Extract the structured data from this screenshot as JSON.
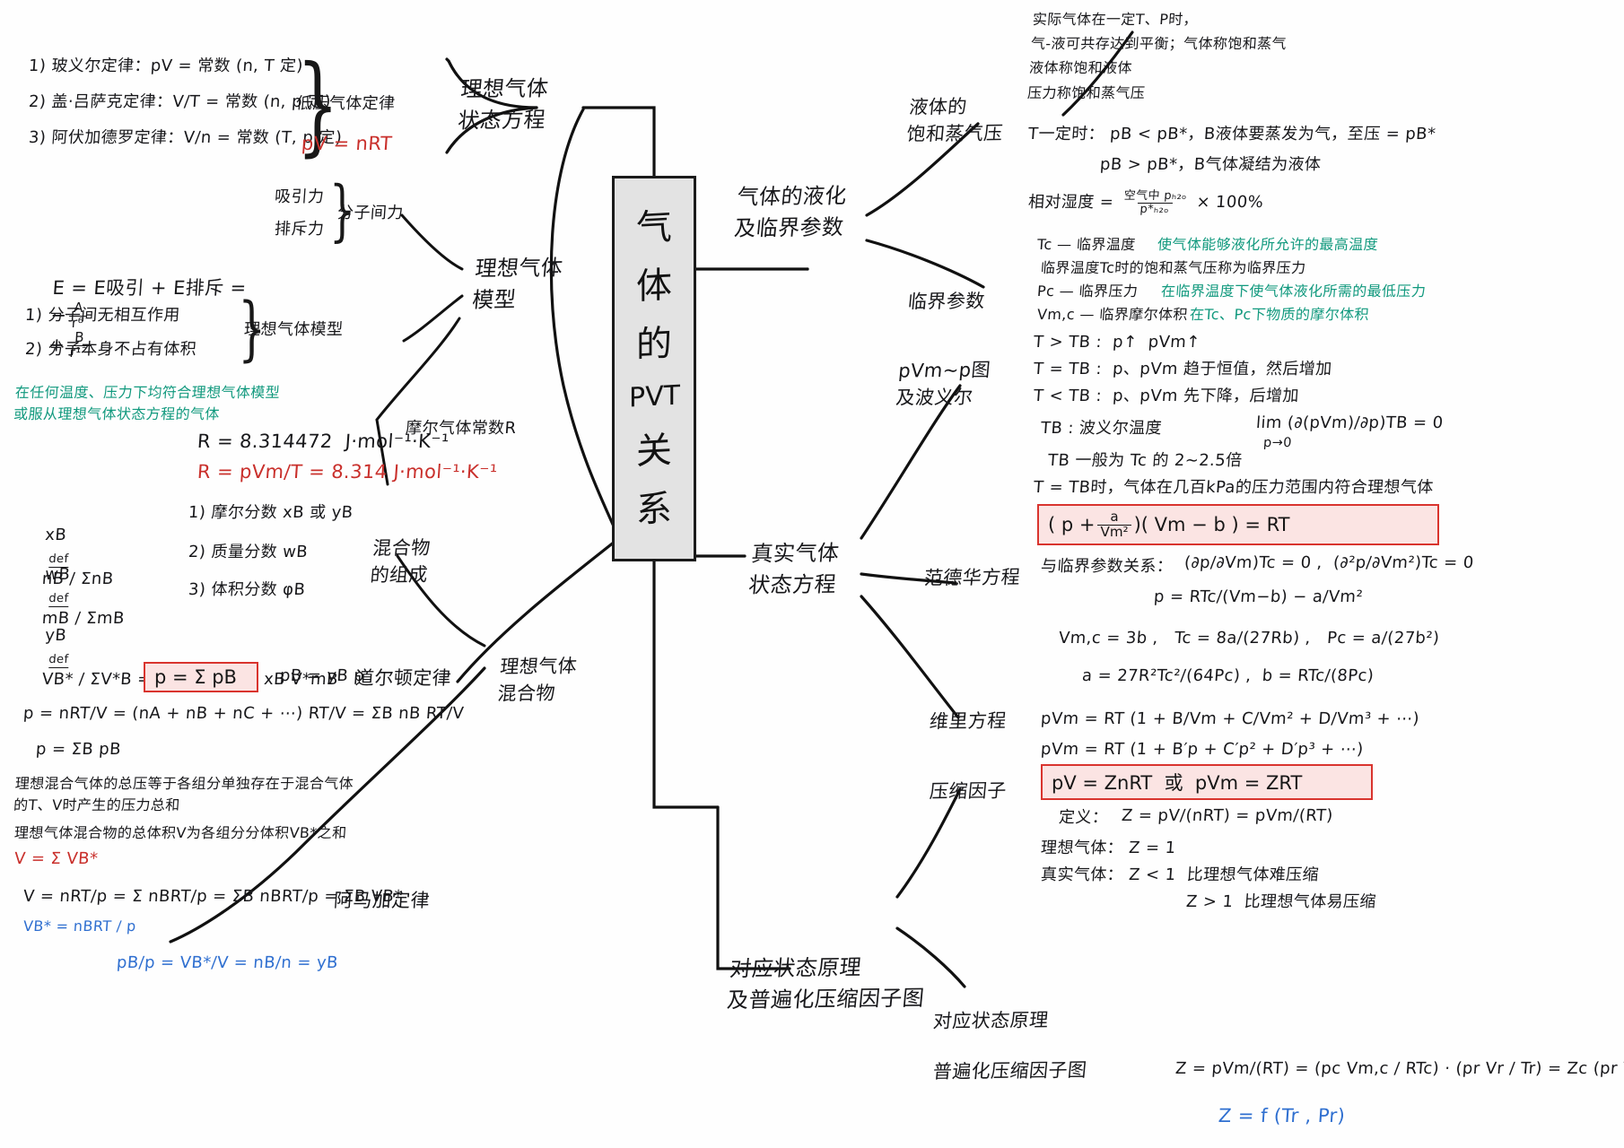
{
  "title": "气体的PVT关系",
  "colors": {
    "ink_black": "#17171a",
    "ink_red": "#c9302c",
    "ink_teal": "#11997e",
    "ink_blue": "#2f6fd0",
    "node_fill": "#e3e3e3",
    "node_border": "#1b1b1b",
    "redbox_border": "#d9342e",
    "redbox_fill": "#fbe4e3"
  },
  "center": {
    "label": "气体的PVT关系",
    "chars": [
      "气",
      "体",
      "的",
      "PVT",
      "关",
      "系"
    ]
  },
  "branches": {
    "ideal_gas_equation": "理想气体\n状态方程",
    "ideal_gas_model": "理想气体\n模型",
    "ideal_gas_mixture": "理想气体\n混合物",
    "liquefaction": "气体的液化\n及临界参数",
    "real_gas_equation": "真实气体\n状态方程",
    "corresponding_states": "对应状态原理\n及普遍化压缩因子图"
  },
  "sub_labels": {
    "low_pressure_laws": "低压气体定律",
    "ideal_gas_model_label": "理想气体模型",
    "molar_gas_constant": "摩尔气体常数R",
    "intermolecular_force": "分子间力",
    "mixture_composition": "混合物\n的组成",
    "dalton_law": "道尔顿定律",
    "amagat_law": "阿马加定律",
    "saturated_vapor_pressure": "液体的\n饱和蒸气压",
    "critical_parameters": "临界参数",
    "pvm_p_diagram": "pVm~p图\n及波义尔",
    "van_der_waals": "范德华方程",
    "virial_equation": "维里方程",
    "compressibility_factor": "压缩因子",
    "corresponding_states_principle": "对应状态原理",
    "generalized_compressibility_chart": "普遍化压缩因子图"
  },
  "left_top": {
    "laws": [
      "1) 玻义尔定律：pV = 常数 (n, T 定)",
      "2) 盖·吕萨克定律：V/T = 常数 (n, p 定)",
      "3) 阿伏加德罗定律：V/n = 常数 (T, p 定)"
    ],
    "brace_label": "低压气体定律",
    "equation": "pV = nRT"
  },
  "left_model": {
    "force_attract": "吸引力",
    "force_repel": "排斥力",
    "force_label": "分子间力",
    "energy_equation": "E = E吸引 + E排斥 = − A/r⁶ + B/r¹²",
    "energy_parts": {
      "lhs": "E = E吸引 + E排斥 =",
      "term1_num": "A",
      "term1_den": "r⁶",
      "term2_num": "B",
      "term2_den": "r¹²"
    },
    "assumptions": [
      "1) 分子间无相互作用",
      "2) 分子本身不占有体积"
    ],
    "assumptions_label": "理想气体模型",
    "teal_note": "在任何温度、压力下均符合理想气体模型\n或服从理想气体状态方程的气体"
  },
  "gas_constant": {
    "line_black": "R = 8.314472  J·mol⁻¹·K⁻¹",
    "line_red": "R = pVm/T = 8.314 J·mol⁻¹·K⁻¹",
    "label": "摩尔气体常数R"
  },
  "mixture": {
    "definitions": [
      {
        "sym": "xB",
        "def": "def",
        "expr": "nB / ΣnB"
      },
      {
        "sym": "wB",
        "def": "def",
        "expr": "mB / ΣmB"
      },
      {
        "sym": "yB",
        "def": "def",
        "expr": "VB* / ΣV*B = xB V*mB / Σ xB V*mB"
      }
    ],
    "numbered": [
      "1) 摩尔分数 xB 或 yB",
      "2) 质量分数 wB",
      "3) 体积分数 φB"
    ],
    "composition_label": "混合物\n的组成"
  },
  "dalton": {
    "boxed": "p = Σ pB",
    "partial": "pB = yB p",
    "label": "道尔顿定律",
    "derivation_1": "p = nRT/V = (nA + nB + nC + ⋯) RT/V = ΣB nB RT/V",
    "derivation_2": "p = ΣB pB",
    "note": "理想混合气体的总压等于各组分单独存在于混合气体\n的T、V时产生的压力总和",
    "note2": "理想气体混合物的总体积V为各组分分体积VB*之和",
    "red_eq": "V = Σ VB*"
  },
  "amagat": {
    "label": "阿马加定律",
    "derivation": "V = nRT/p = Σ nBRT/p = ΣB nBRT/p = ΣB VB*",
    "blue_def": "VB* = nBRT / p",
    "blue_ratio": "VB*/V = nB/n = yB",
    "blue_ratio_first": "pB/p = VB*/V = nB/n = yB"
  },
  "liquefaction": {
    "intro": "实际气体在一定T、P时，\n气-液可共存达到平衡；气体称饱和蒸气\n液体称饱和液体\n压力称饱和蒸气压",
    "condition_1": "T一定时： pB < pB*，B液体要蒸发为气，至压 = pB*",
    "condition_2": "pB > pB*，B气体凝结为液体",
    "humidity_label": "相对湿度 =",
    "humidity_num": "空气中 pₕ₂ₒ",
    "humidity_den": "p*ₕ₂ₒ",
    "humidity_tail": "× 100%"
  },
  "critical": {
    "tc_black": "Tc — 临界温度",
    "tc_teal": "使气体能够液化所允许的最高温度",
    "pc_line_black": "临界温度Tc时的饱和蒸气压称为临界压力",
    "pc_black": "Pc — 临界压力",
    "pc_teal": "在临界温度下使气体液化所需的最低压力",
    "vmc_black": "Vm,c — 临界摩尔体积",
    "vmc_teal": "在Tc、Pc下物质的摩尔体积"
  },
  "boyle": {
    "lines": [
      "T > TB :  p↑  pVm↑",
      "T = TB :  p、pVm 趋于恒值，然后增加",
      "T < TB :  p、pVm 先下降，后增加",
      "TB : 波义尔温度",
      "TB 一般为 Tc 的 2~2.5倍",
      "T = TB时，气体在几百kPa的压力范围内符合理想气体"
    ],
    "limit_formula": "lim (∂(pVm)/∂p)TB = 0",
    "limit_sub": "p→0"
  },
  "vdw": {
    "boxed_eq": "(p + a/Vm²)(Vm − b) = RT",
    "boxed_parts": {
      "lead": "( p +",
      "num": "a",
      "den": "Vm²",
      "mid": ")( Vm − b ) = RT"
    },
    "relation_label": "与临界参数关系：",
    "relation_derivs": "(∂p/∂Vm)Tc = 0 ,  (∂²p/∂Vm²)Tc = 0",
    "p_eq_num": "RTc",
    "p_eq": "p = RTc/(Vm−b) − a/Vm²",
    "vmc": "Vm,c = 3b ,   Tc = 8a/(27Rb) ,   Pc = a/(27b²)",
    "ab": "a = 27R²Tc²/(64Pc) ,  b = RTc/(8Pc)"
  },
  "virial": {
    "label": "维里方程",
    "eq1": "pVm = RT (1 + B/Vm + C/Vm² + D/Vm³ + ⋯)",
    "eq2": "pVm = RT (1 + B′p + C′p² + D′p³ + ⋯)"
  },
  "compressibility": {
    "label": "压缩因子",
    "boxed_eq": "pV = ZnRT  或  pVm = ZRT",
    "definition_label": "定义：",
    "definition": "Z = pV/(nRT) = pVm/(RT)",
    "ideal": "理想气体： Z = 1",
    "real": "真实气体： Z < 1  比理想气体难压缩",
    "real2": "Z > 1  比理想气体易压缩"
  },
  "generalized": {
    "label_1": "对应状态原理",
    "label_2": "普遍化压缩因子图",
    "formula": "Z = pVm/(RT) = (pc Vm,c / RTc) · (pr Vr / Tr) = Zc (pr Vr / Tr)",
    "blue_formula": "Z = f (Tr , Pr)"
  }
}
